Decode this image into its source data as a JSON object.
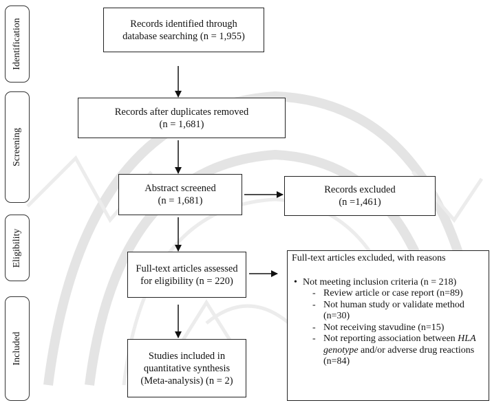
{
  "stages": [
    {
      "label": "Identification"
    },
    {
      "label": "Screening"
    },
    {
      "label": "Eligibility"
    },
    {
      "label": "Included"
    }
  ],
  "boxes": {
    "identified": {
      "lines": [
        "Records identified through",
        "database searching (n = 1,955)"
      ]
    },
    "duplicates": {
      "lines": [
        "Records after duplicates removed",
        "(n = 1,681)"
      ]
    },
    "abstract": {
      "lines": [
        "Abstract screened",
        "(n = 1,681)"
      ]
    },
    "excluded": {
      "lines": [
        "Records excluded",
        "(n =1,461)"
      ]
    },
    "fulltext": {
      "lines": [
        "Full-text articles assessed",
        "for eligibility (n = 220)"
      ]
    },
    "included": {
      "lines": [
        "Studies included in",
        "quantitative synthesis",
        "(Meta-analysis) (n = 2)"
      ]
    },
    "fulltext_excluded": {
      "heading": "Full-text articles excluded, with reasons",
      "bullet_symbol": "•",
      "dash_symbol": "-",
      "main_reason": "Not meeting  inclusion criteria (n = 218)",
      "sub_reasons": [
        {
          "text": "Review article or case report (n=89)"
        },
        {
          "text": "Not human study or validate method (n=30)"
        },
        {
          "text": "Not receiving stavudine  (n=15)"
        },
        {
          "text_before": "Not reporting association between",
          "text_italic": "HLA genotype",
          "text_after": " and/or adverse drug reactions (n=84)"
        }
      ]
    }
  }
}
